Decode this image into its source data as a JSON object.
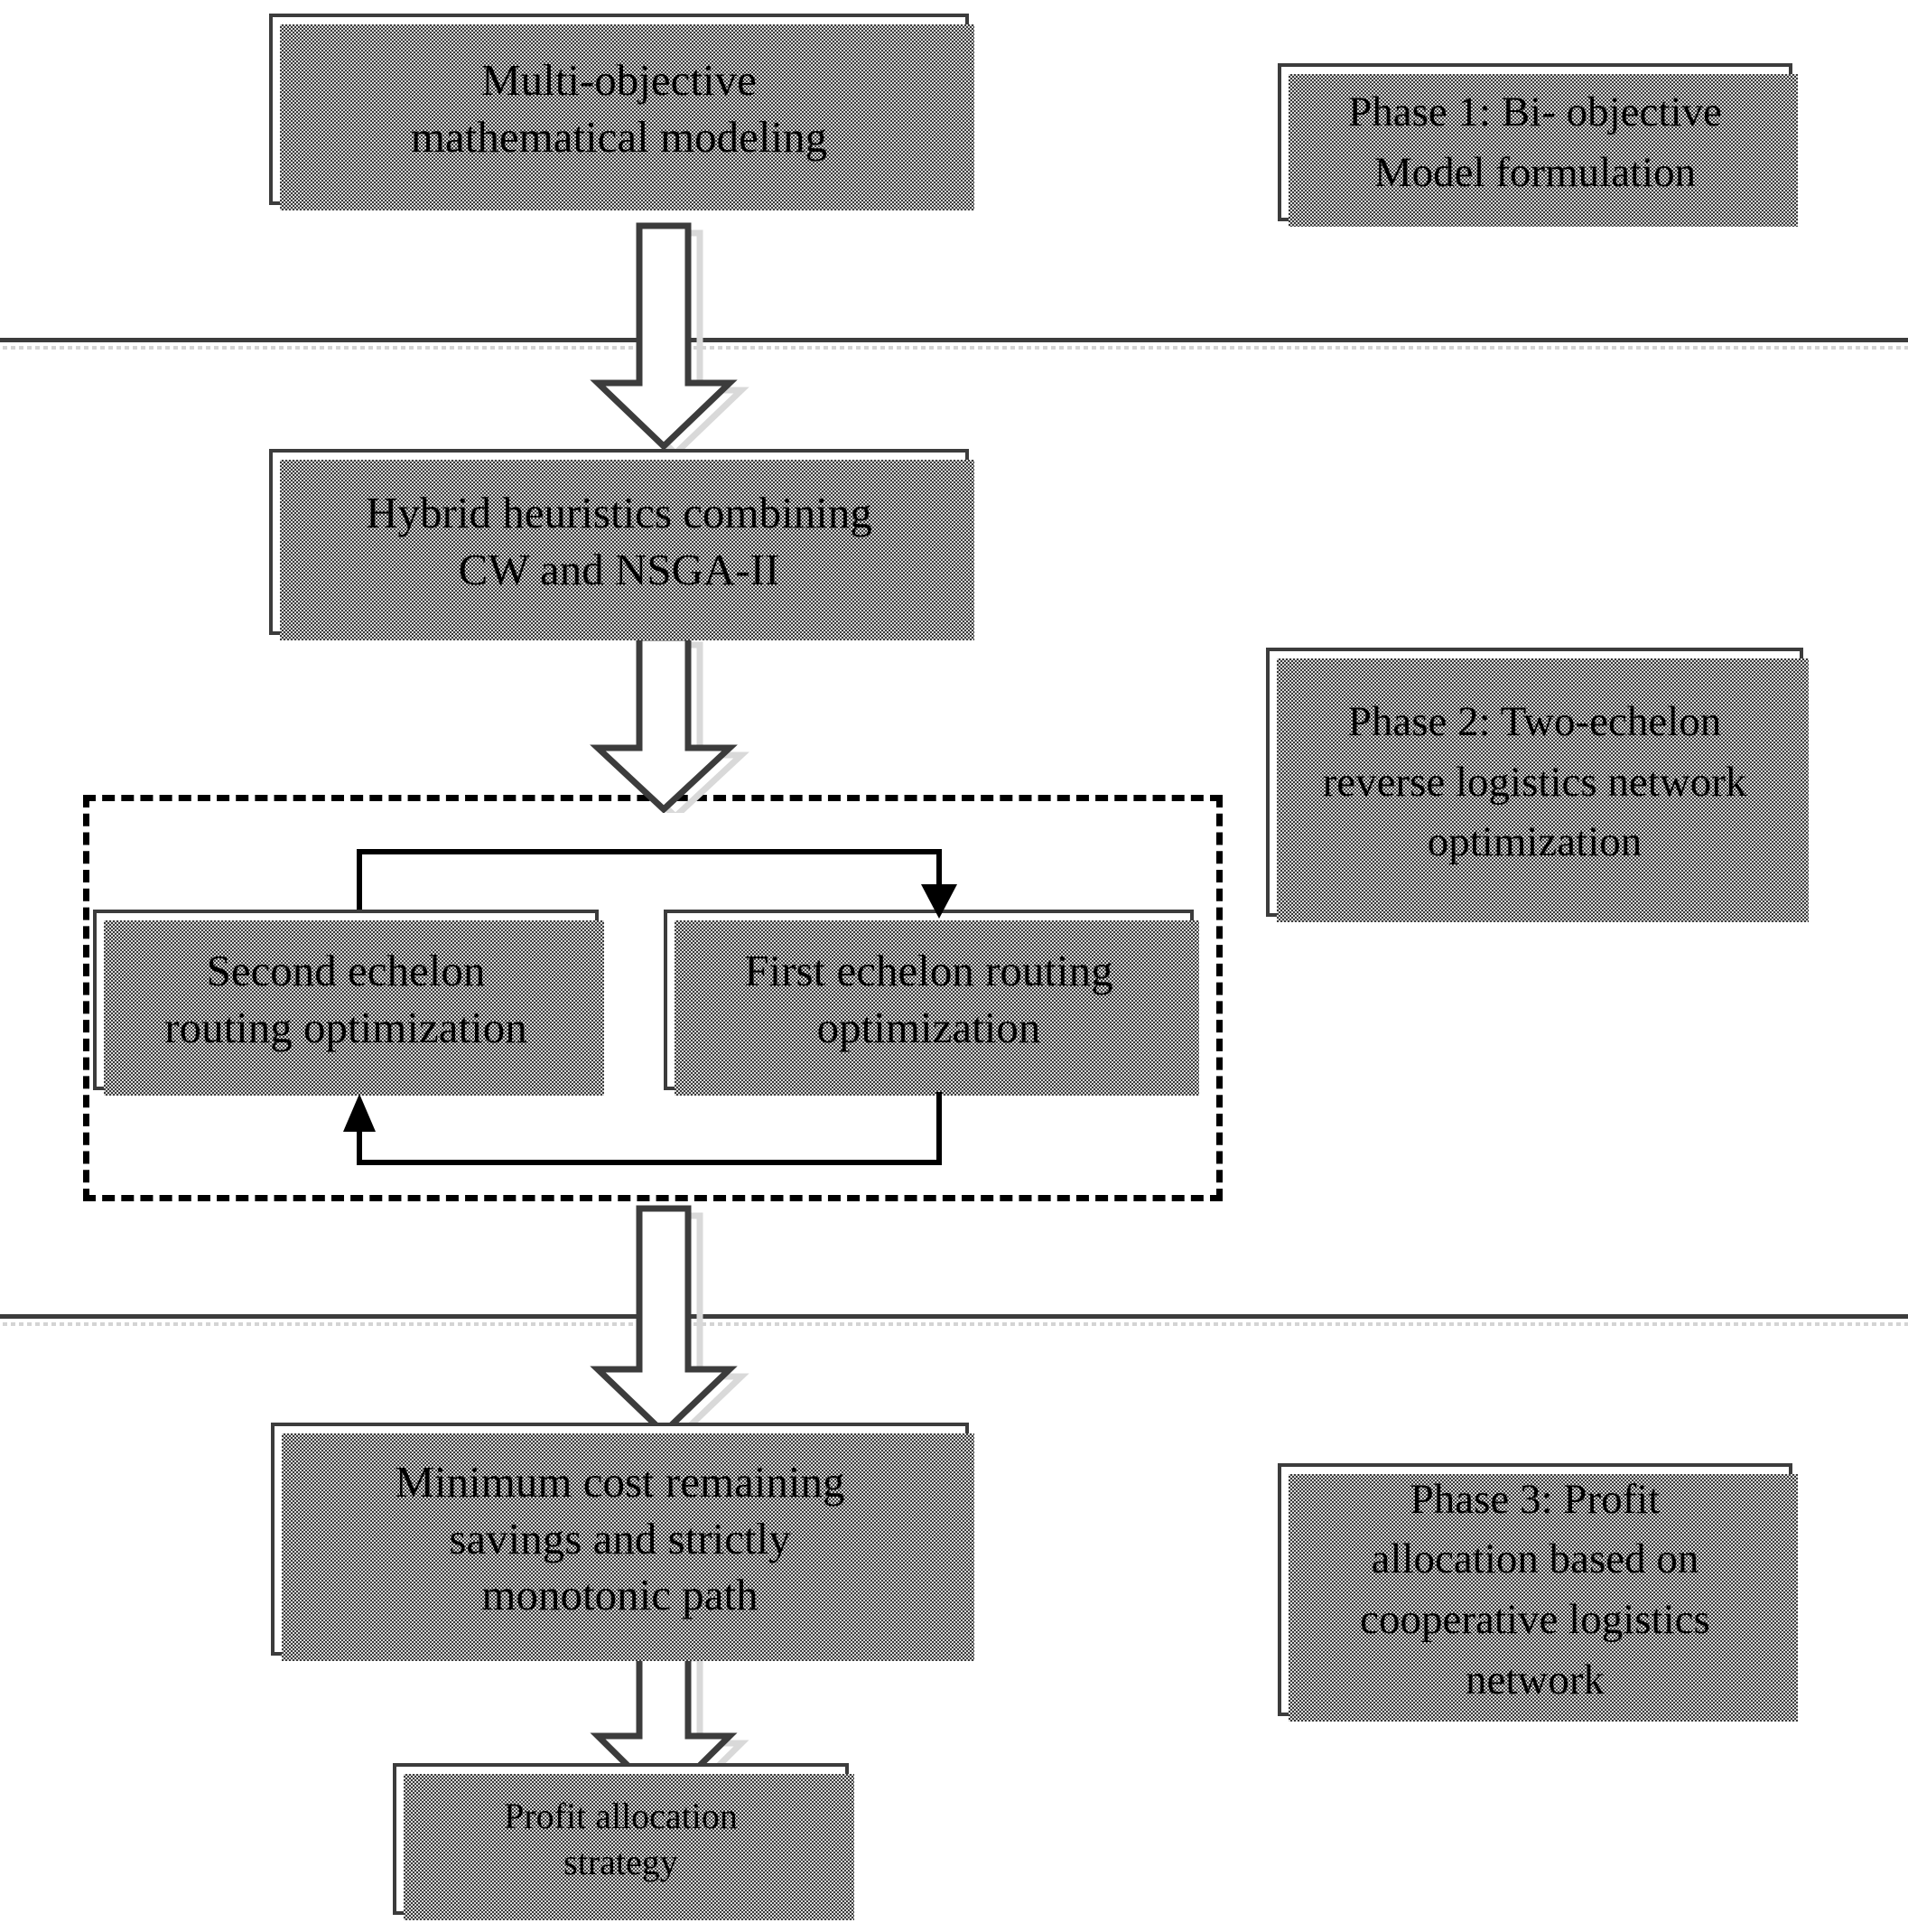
{
  "diagram": {
    "title_hidden": "",
    "colors": {
      "box_border": "#3c3c3c",
      "box_fill": "#ffffff",
      "shadow": "#3a3a3a",
      "dashed_group": "#000000",
      "divider": "#3c3c3c",
      "text": "#000000"
    },
    "nodes": [
      {
        "id": "multi-objective-modeling",
        "label": "Multi-objective\nmathematical modeling"
      },
      {
        "id": "hybrid-heuristics",
        "label": "Hybrid heuristics combining\nCW and NSGA-II"
      },
      {
        "id": "second-echelon-routing",
        "label": "Second echelon\nrouting optimization"
      },
      {
        "id": "first-echelon-routing",
        "label": "First echelon routing\noptimization"
      },
      {
        "id": "minimum-cost-path",
        "label": "Minimum cost remaining\nsavings and strictly\nmonotonic path"
      },
      {
        "id": "profit-allocation-strategy",
        "label": "Profit allocation\nstrategy"
      }
    ],
    "phases": [
      {
        "id": "phase-1",
        "label": "Phase 1: Bi- objective\nModel formulation"
      },
      {
        "id": "phase-2",
        "label": "Phase 2: Two-echelon\nreverse logistics network\noptimization"
      },
      {
        "id": "phase-3",
        "label": "Phase 3: Profit\nallocation based on\ncooperative logistics\nnetwork"
      }
    ],
    "edges": [
      {
        "id": "edge-modeling-to-heuristics",
        "type": "block-arrow",
        "direction": "down"
      },
      {
        "id": "edge-heuristics-to-group",
        "type": "block-arrow",
        "direction": "down"
      },
      {
        "id": "edge-second-to-first",
        "type": "line-arrow",
        "direction": "right-down"
      },
      {
        "id": "edge-first-to-second",
        "type": "line-arrow",
        "direction": "left-up"
      },
      {
        "id": "edge-group-to-mincost",
        "type": "block-arrow",
        "direction": "down"
      },
      {
        "id": "edge-mincost-to-profit",
        "type": "block-arrow",
        "direction": "down"
      }
    ],
    "dividers": [
      {
        "id": "divider-phase-1-2"
      },
      {
        "id": "divider-phase-2-3"
      }
    ]
  }
}
